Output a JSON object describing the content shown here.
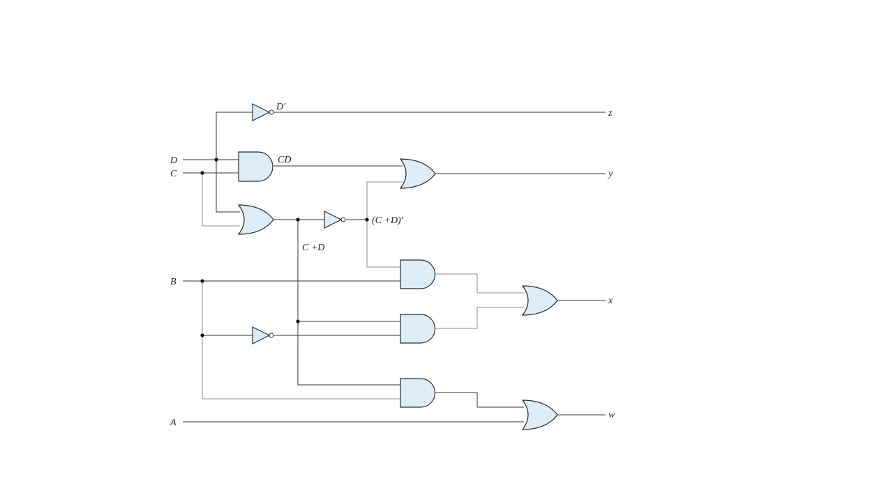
{
  "diagram": {
    "inputs": {
      "d": "D",
      "c": "C",
      "b": "B",
      "a": "A"
    },
    "outputs": {
      "z": "z",
      "y": "y",
      "x": "x",
      "w": "w"
    },
    "annotations": {
      "d_not": "D′",
      "cd": "CD",
      "c_plus_d": "C +D",
      "c_plus_d_not": "(C +D)′"
    },
    "colors": {
      "gate_fill": "#dcedf7",
      "wire": "#333333"
    }
  }
}
